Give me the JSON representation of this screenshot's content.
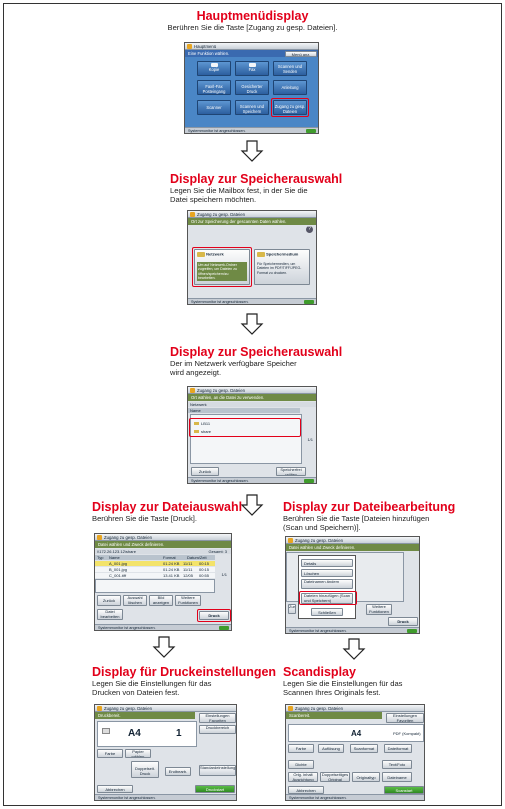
{
  "steps": {
    "main_menu": {
      "title": "Hauptmenüdisplay",
      "desc": "Berühren Sie die Taste [Zugang zu gesp. Dateien].",
      "screen": {
        "header": "Hauptmenü",
        "subheader": "Eine Funktion wählen.",
        "top_button": "Menü anz.",
        "tiles": [
          "Kopie",
          "Fax",
          "Scannen und Senden",
          "Fax/I-Fax Posteingang",
          "Gesicherter Druck",
          "Anleitung",
          "Scanner",
          "Scannen und Speichern",
          "Zugang zu gesp. Dateien"
        ],
        "status": "Systemmonitor ist angeschlossen."
      }
    },
    "storage_select_1": {
      "title": "Display zur Speicherauswahl",
      "desc_lines": [
        "Legen Sie die Mailbox fest, in der Sie die",
        "Datei speichern möchten."
      ],
      "screen": {
        "header": "Zugang zu gesp. Dateien",
        "subheader": "Ort zur Speicherung der gescannten Daten wählen.",
        "left_label": "Netzwerk",
        "left_text": "Um auf Netzwerk-Ordner zugreifen, um Dateien zu öffnen/speichern/zu bearbeiten.",
        "right_label": "Speichermedium",
        "right_text": "Für Speichermedien, um Dateien im PDF/TIFF/JPEG-Format zu drucken.",
        "status": "Systemmonitor ist angeschlossen."
      }
    },
    "storage_select_2": {
      "title": "Display zur Speicherauswahl",
      "desc_lines": [
        "Der im Netzwerk verfügbare Speicher",
        "wird angezeigt."
      ],
      "screen": {
        "header": "Zugang zu gesp. Dateien",
        "subheader": "Ort wählen, an die Datei zu verwenden.",
        "path": "Netzwerk",
        "col": "Name",
        "items": [
          "LB11",
          "share"
        ],
        "page": "1/1",
        "btn_left": "Zurück",
        "btn_right": "Speicherfrei prüfen",
        "status": "Systemmonitor ist angeschlossen."
      }
    },
    "file_select": {
      "title": "Display zur Dateiauswahl",
      "desc": "Berühren Sie die Taste [Druck].",
      "screen": {
        "header": "Zugang zu gesp. Dateien",
        "subheader": "Datei wählen und Zweck definieren.",
        "path": "\\\\172.26.123.12\\share",
        "count": "Gesamt: 3",
        "columns": [
          "Typ",
          "Name",
          "Format",
          "Datum/Zeit"
        ],
        "rows": [
          [
            "A_001.jpg",
            "01.24 KB",
            "11/11",
            "00:15"
          ],
          [
            "B_001.jpg",
            "01.24 KB",
            "11/11",
            "00:15"
          ],
          [
            "C_001.tiff",
            "13.41 KB",
            "12/05",
            "00:55"
          ]
        ],
        "page": "1/1",
        "buttons": [
          "Zurück",
          "Auswahl löschen",
          "Bild anzeigen",
          "Weitere Funktionen",
          "Datei bearbeiten",
          "Druck"
        ],
        "status": "Systemmonitor ist angeschlossen."
      }
    },
    "file_edit": {
      "title": "Display zur Dateibearbeitung",
      "desc_lines": [
        "Berühren Sie die Taste [Dateien hinzufügen",
        "(Scan und Speichern)]."
      ],
      "screen": {
        "header": "Zugang zu gesp. Dateien",
        "subheader": "Datei wählen und Zweck definieren.",
        "menu": [
          "Details",
          "Löschen",
          "Dateinamen ändern",
          "Dateien hinzufügen (Scan und Speichern)"
        ],
        "close": "Schließen",
        "buttons": [
          "Zurück",
          "Weitere Funktionen",
          "Druck"
        ],
        "status": "Systemmonitor ist angeschlossen."
      }
    },
    "print_settings": {
      "title": "Display für Druckeinstellungen",
      "desc_lines": [
        "Legen Sie die Einstellungen für das",
        "Drucken von Dateien fest."
      ],
      "screen": {
        "header": "Zugang zu gesp. Dateien",
        "subheader": "Druckbereit.",
        "paper": "A4",
        "copies": "1",
        "buttons": [
          "Einstellungen Favoriten",
          "Druckbereich",
          "Farbe wählen",
          "Papier wählen",
          "Doppelseit. Druck",
          "Endbearb.",
          "Standardeinstellungen",
          "Abbrechen",
          "Druckstart"
        ],
        "status": "Systemmonitor ist angeschlossen."
      }
    },
    "scan_display": {
      "title": "Scandisplay",
      "desc_lines": [
        "Legen Sie die Einstellungen für das",
        "Scannen Ihres Originals fest."
      ],
      "screen": {
        "header": "Zugang zu gesp. Dateien",
        "subheader": "Scanbereit.",
        "paper": "A4",
        "format": "PDF (Kompakt)",
        "buttons": [
          "Einstellungen Favoriten",
          "Farbe wählen",
          "Auflösung",
          "Scanformat",
          "Dateiformat",
          "Dichte",
          "Text/Foto",
          "Orig. inhalt Ausrichtung",
          "Doppelseitiges Original",
          "Originaltyp",
          "Dateiname",
          "Abbrechen",
          "Scanstart"
        ],
        "status": "Systemmonitor ist angeschlossen."
      }
    }
  }
}
